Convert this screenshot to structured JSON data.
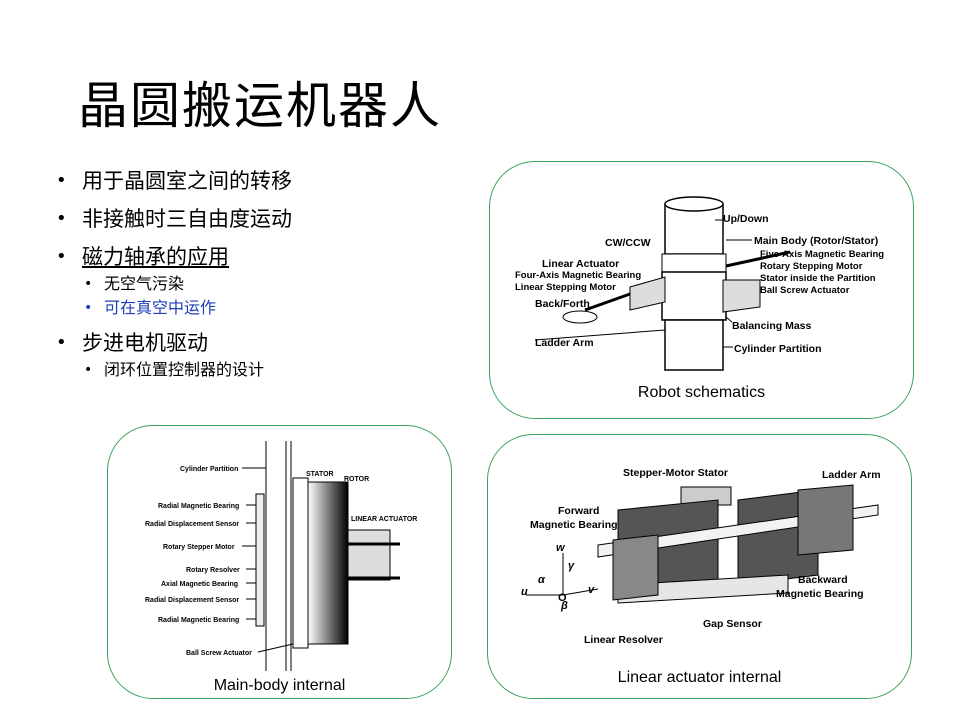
{
  "slide": {
    "title": "晶圆搬运机器人",
    "bullets": [
      {
        "text": "用于晶圆室之间的转移"
      },
      {
        "text": "非接触时三自由度运动"
      },
      {
        "text": "磁力轴承的应用",
        "sub": [
          "无空气污染",
          "可在真空中运作"
        ]
      },
      {
        "text": "步进电机驱动",
        "sub": [
          "闭环位置控制器的设计"
        ]
      }
    ]
  },
  "panels": {
    "robot": {
      "caption": "Robot schematics",
      "labels": {
        "updown": "Up/Down",
        "cwccw": "CW/CCW",
        "mainbody": "Main Body (Rotor/Stator)",
        "five_axis": "Five-Axis Magnetic Bearing",
        "rotary_stepping": "Rotary Stepping Motor",
        "stator_inside": "Stator inside the Partition",
        "ball_screw": "Ball Screw Actuator",
        "linear_actuator": "Linear Actuator",
        "four_axis": "Four-Axis Magnetic Bearing",
        "linear_stepping": "Linear Stepping Motor",
        "backforth": "Back/Forth",
        "balancing": "Balancing Mass",
        "ladder": "Ladder Arm",
        "cylinder": "Cylinder Partition"
      }
    },
    "mainbody": {
      "caption": "Main-body internal",
      "labels": {
        "cylinder_partition": "Cylinder Partition",
        "stator": "STATOR",
        "rotor": "ROTOR",
        "linear_actuator": "LINEAR ACTUATOR",
        "radial_mb1": "Radial Magnetic Bearing",
        "radial_ds1": "Radial Displacement Sensor",
        "rotary_stepper": "Rotary Stepper Motor",
        "rotary_resolver": "Rotary Resolver",
        "axial_mb": "Axial Magnetic Bearing",
        "radial_ds2": "Radial Displacement Sensor",
        "radial_mb2": "Radial Magnetic Bearing",
        "ball_screw": "Ball Screw Actuator"
      }
    },
    "linear": {
      "caption": "Linear actuator internal",
      "labels": {
        "stepper_stator": "Stepper-Motor Stator",
        "ladder_arm": "Ladder Arm",
        "forward_mb": "Forward Magnetic Bearing",
        "backward_mb": "Backward Magnetic Bearing",
        "linear_resolver": "Linear Resolver",
        "gap_sensor": "Gap Sensor",
        "w": "w",
        "gamma": "γ",
        "alpha": "α",
        "u": "u",
        "o": "O",
        "v": "v",
        "beta": "β"
      }
    }
  }
}
